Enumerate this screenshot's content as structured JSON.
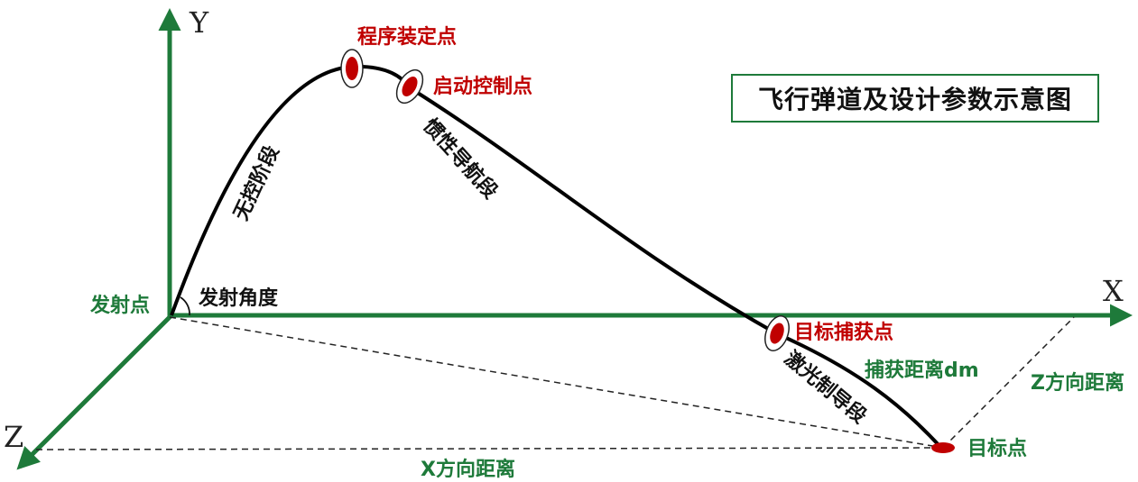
{
  "title": "飞行弹道及设计参数示意图",
  "axes": {
    "x": "X",
    "y": "Y",
    "z": "Z"
  },
  "points": {
    "launch": "发射点",
    "program_set": "程序装定点",
    "control_start": "启动控制点",
    "target_capture": "目标捕获点",
    "target": "目标点"
  },
  "segments": {
    "uncontrolled": "无控阶段",
    "inertial": "惯性导航段",
    "laser": "激光制导段"
  },
  "parameters": {
    "launch_angle": "发射角度",
    "capture_distance": "捕获距离dm",
    "z_distance": "Z方向距离",
    "x_distance": "X方向距离"
  },
  "colors": {
    "axis": "#1e7a3a",
    "point_fill": "#c00000",
    "label_green": "#1e7a3a",
    "label_red": "#c00000",
    "trajectory": "#000000"
  }
}
